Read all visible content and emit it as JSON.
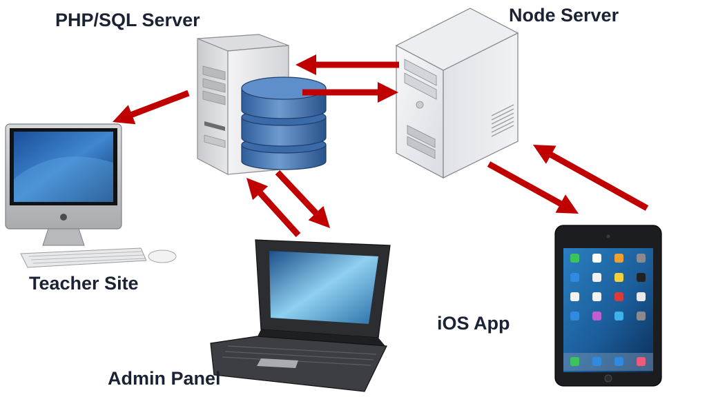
{
  "nodes": {
    "php_sql_server": {
      "label": "PHP/SQL Server",
      "icon": "server-tower-database-icon"
    },
    "node_server": {
      "label": "Node Server",
      "icon": "server-tower-icon"
    },
    "teacher_site": {
      "label": "Teacher Site",
      "icon": "desktop-computer-icon"
    },
    "admin_panel": {
      "label": "Admin Panel",
      "icon": "laptop-icon"
    },
    "ios_app": {
      "label": "iOS App",
      "icon": "tablet-icon"
    }
  },
  "edges": [
    {
      "from": "node_server",
      "to": "php_sql_server"
    },
    {
      "from": "php_sql_server",
      "to": "node_server"
    },
    {
      "from": "php_sql_server",
      "to": "teacher_site"
    },
    {
      "from": "php_sql_server",
      "to": "admin_panel"
    },
    {
      "from": "admin_panel",
      "to": "php_sql_server"
    },
    {
      "from": "node_server",
      "to": "ios_app"
    },
    {
      "from": "ios_app",
      "to": "node_server"
    }
  ],
  "colors": {
    "arrow": "#c00000",
    "label_text": "#1a2233",
    "server_body": "#e8e8ea",
    "database": "#3f6fa8",
    "screen": "#2a66b0"
  }
}
